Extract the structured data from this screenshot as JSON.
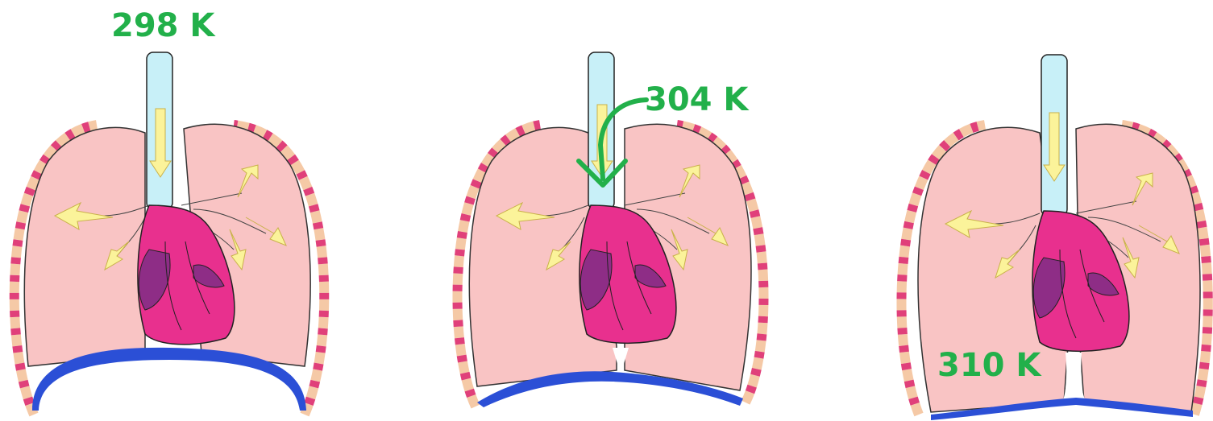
{
  "panels": [
    {
      "temperature": "298 K"
    },
    {
      "temperature": "304 K"
    },
    {
      "temperature": "310 K"
    }
  ],
  "colors": {
    "lung": "#f9c4c4",
    "lung_outline": "#333333",
    "rib_bone": "#f5c9a6",
    "rib_muscle": "#e0407a",
    "trachea": "#c8f0f8",
    "heart": "#e8308e",
    "heart_dark": "#8e2d86",
    "diaphragm": "#2b4fd6",
    "airflow_arrow": "#fbf39a",
    "label_green": "#22b04a"
  }
}
